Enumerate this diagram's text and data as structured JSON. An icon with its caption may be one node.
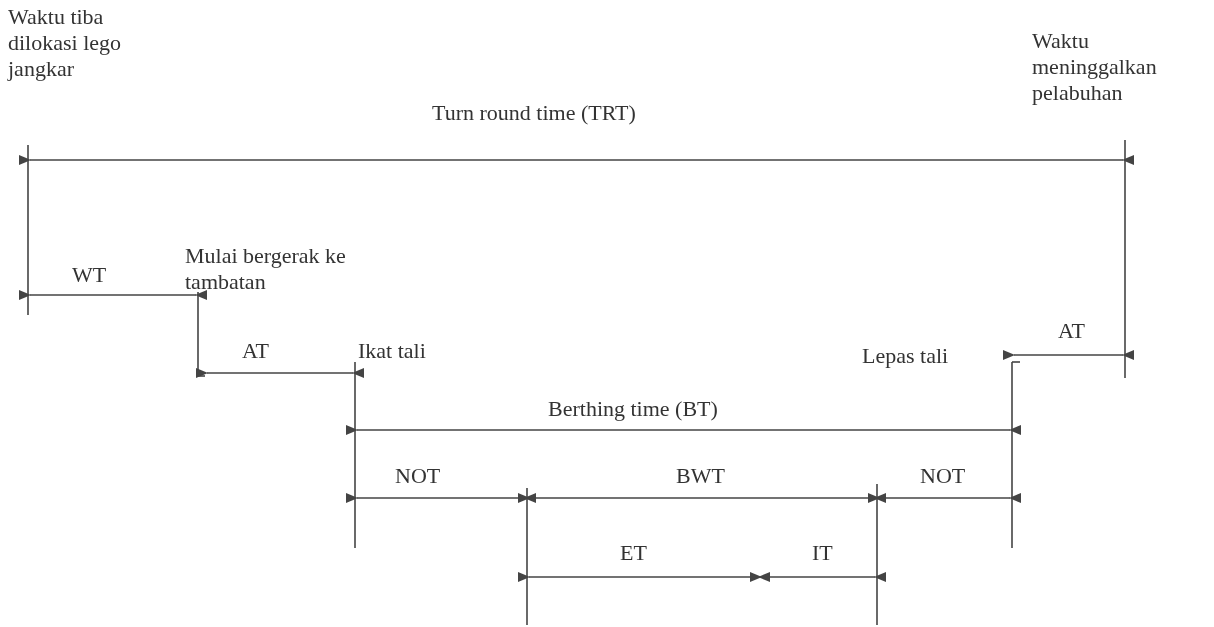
{
  "diagram": {
    "labels": [
      "Waktu tiba dilokasi lego jangkar",
      "Waktu meninggalkan pelabuhan",
      "Turn round time (TRT)",
      "Mulai bergerak ke tambatan",
      "WT",
      "AT",
      "Ikat tali",
      "AT",
      "Lepas tali",
      "Berthing time (BT)",
      "NOT",
      "BWT",
      "NOT",
      "ET",
      "IT"
    ]
  }
}
